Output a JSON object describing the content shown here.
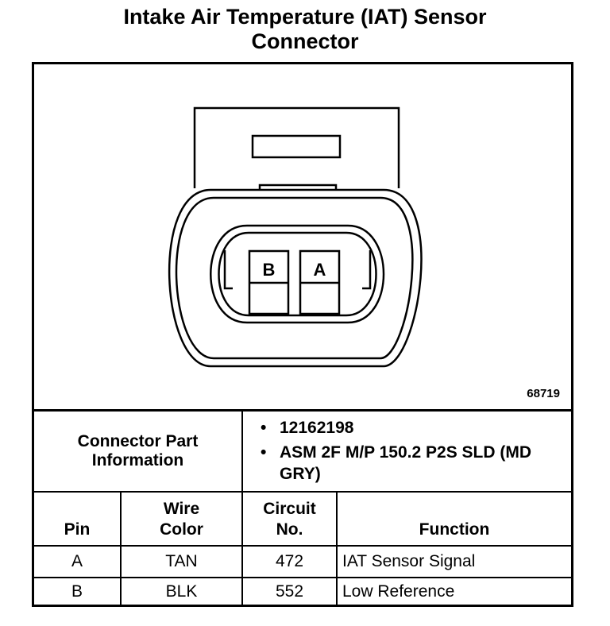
{
  "title": {
    "line1": "Intake Air Temperature (IAT) Sensor",
    "line2": "Connector"
  },
  "figure": {
    "number": "68719",
    "cavity_labels": [
      "B",
      "A"
    ]
  },
  "part_info": {
    "label_line1": "Connector Part",
    "label_line2": "Information",
    "items": [
      "12162198",
      "ASM 2F M/P 150.2 P2S SLD (MD GRY)"
    ]
  },
  "pin_table": {
    "headers": {
      "pin": "Pin",
      "wire_color_line1": "Wire",
      "wire_color_line2": "Color",
      "circuit_line1": "Circuit",
      "circuit_line2": "No.",
      "function": "Function"
    },
    "rows": [
      {
        "pin": "A",
        "wire_color": "TAN",
        "circuit": "472",
        "function": "IAT Sensor Signal"
      },
      {
        "pin": "B",
        "wire_color": "BLK",
        "circuit": "552",
        "function": "Low Reference"
      }
    ]
  }
}
